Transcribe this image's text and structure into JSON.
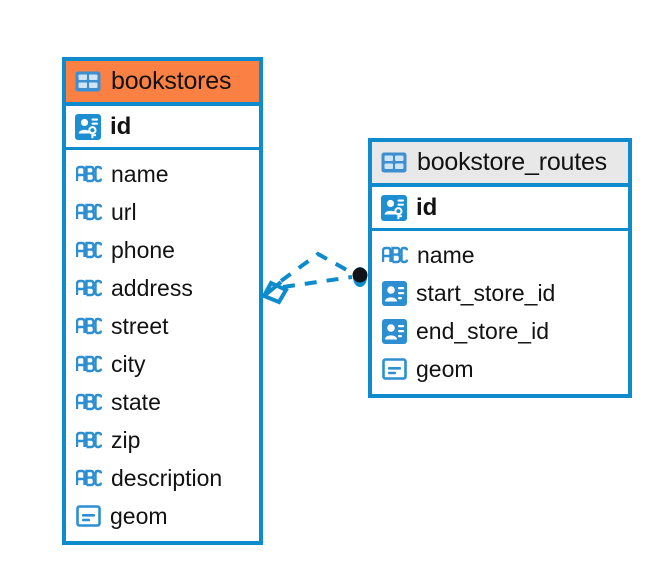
{
  "diagram": {
    "type": "entity-relationship-diagram",
    "background": "#ffffff",
    "accent_color": "#0e8bcc",
    "highlight_header_color": "#fb8043",
    "normal_header_color": "#e8e8e8",
    "text_color": "#121212"
  },
  "entities": [
    {
      "id": "bookstores",
      "name": "bookstores",
      "header_style": "orange",
      "table_icon": "table-icon",
      "primary_key": {
        "name": "id",
        "icon": "primary-key-icon"
      },
      "attributes": [
        {
          "name": "name",
          "icon": "text-type-icon",
          "icon_label": "ABC"
        },
        {
          "name": "url",
          "icon": "text-type-icon",
          "icon_label": "ABC"
        },
        {
          "name": "phone",
          "icon": "text-type-icon",
          "icon_label": "ABC"
        },
        {
          "name": "address",
          "icon": "text-type-icon",
          "icon_label": "ABC"
        },
        {
          "name": "street",
          "icon": "text-type-icon",
          "icon_label": "ABC"
        },
        {
          "name": "city",
          "icon": "text-type-icon",
          "icon_label": "ABC"
        },
        {
          "name": "state",
          "icon": "text-type-icon",
          "icon_label": "ABC"
        },
        {
          "name": "zip",
          "icon": "text-type-icon",
          "icon_label": "ABC"
        },
        {
          "name": "description",
          "icon": "text-type-icon",
          "icon_label": "ABC"
        },
        {
          "name": "geom",
          "icon": "geometry-type-icon",
          "icon_label": ""
        }
      ]
    },
    {
      "id": "bookstore_routes",
      "name": "bookstore_routes",
      "header_style": "gray",
      "table_icon": "table-icon",
      "primary_key": {
        "name": "id",
        "icon": "primary-key-icon"
      },
      "attributes": [
        {
          "name": "name",
          "icon": "text-type-icon",
          "icon_label": "ABC"
        },
        {
          "name": "start_store_id",
          "icon": "foreign-key-icon",
          "icon_label": ""
        },
        {
          "name": "end_store_id",
          "icon": "foreign-key-icon",
          "icon_label": ""
        },
        {
          "name": "geom",
          "icon": "geometry-type-icon",
          "icon_label": ""
        }
      ]
    }
  ],
  "relationship": {
    "from_entity": "bookstores",
    "to_entity": "bookstore_routes",
    "line_style": "dashed",
    "line_color": "#0e8bcc",
    "source_marker": "crows-foot-many",
    "target_marker": "filled-circle-one"
  }
}
